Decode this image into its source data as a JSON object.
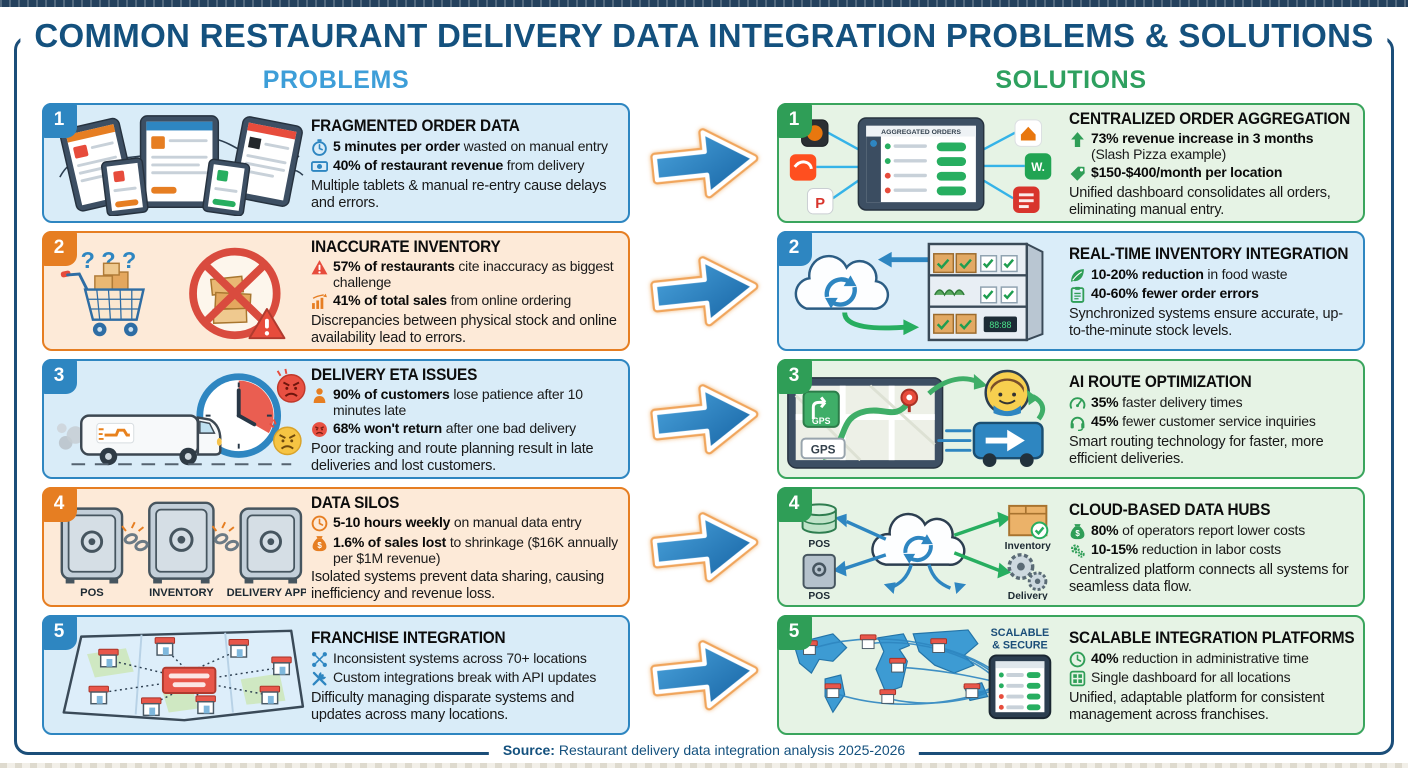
{
  "page": {
    "title": "COMMON RESTAURANT DELIVERY DATA INTEGRATION PROBLEMS & SOLUTIONS",
    "source_label": "Source:",
    "source_text": " Restaurant delivery data integration analysis 2025-2026"
  },
  "columns": {
    "problems": "PROBLEMS",
    "solutions": "SOLUTIONS"
  },
  "colors": {
    "title_blue": "#14517e",
    "problems_header": "#3d9ed8",
    "solutions_header": "#2ea05f",
    "problem_blue": "#2e86c1",
    "problem_orange": "#e67e22",
    "solution_green": "#2f9e57",
    "arrow_blue": "#1663a3",
    "arrow_outline_orange": "#f0a55c"
  },
  "rows": [
    {
      "num": "1",
      "problem": {
        "title": "FRAGMENTED ORDER DATA",
        "stats": [
          {
            "icon": "stopwatch-icon",
            "icon_color": "#2e86c1",
            "bold": "5 minutes per order",
            "rest": " wasted on manual entry"
          },
          {
            "icon": "banknote-icon",
            "icon_color": "#2e86c1",
            "bold": "40% of restaurant revenue",
            "rest": " from delivery"
          }
        ],
        "desc": "Multiple tablets & manual re-entry cause delays and errors."
      },
      "solution": {
        "title": "CENTRALIZED ORDER AGGREGATION",
        "stats": [
          {
            "icon": "up-arrow-icon",
            "icon_color": "#2f9e57",
            "bold": "73% revenue increase in 3 months",
            "rest": " (Slash Pizza example)"
          },
          {
            "icon": "price-tag-icon",
            "icon_color": "#2f9e57",
            "bold": "$150-$400/month per location",
            "rest": ""
          }
        ],
        "desc": "Unified dashboard consolidates all orders, eliminating manual entry.",
        "illus": {
          "tablet_header": "AGGREGATED ORDERS"
        }
      }
    },
    {
      "num": "2",
      "problem": {
        "title": "INACCURATE INVENTORY",
        "stats": [
          {
            "icon": "warning-icon",
            "icon_color": "#e74c3c",
            "bold": "57% of restaurants",
            "rest": " cite inaccuracy as biggest challenge"
          },
          {
            "icon": "chart-up-icon",
            "icon_color": "#e67e22",
            "bold": "41% of total sales",
            "rest": " from online ordering"
          }
        ],
        "desc": "Discrepancies between physical stock and online availability lead to errors.",
        "illus": {
          "questions": "? ? ?"
        }
      },
      "solution": {
        "title": "REAL-TIME INVENTORY INTEGRATION",
        "stats": [
          {
            "icon": "leaf-icon",
            "icon_color": "#2f9e57",
            "bold": "10-20% reduction",
            "rest": " in food waste"
          },
          {
            "icon": "clipboard-icon",
            "icon_color": "#2f9e57",
            "bold": "40-60% fewer order errors",
            "rest": ""
          }
        ],
        "desc": "Synchronized systems ensure accurate, up-to-the-minute stock levels."
      }
    },
    {
      "num": "3",
      "problem": {
        "title": "DELIVERY ETA ISSUES",
        "stats": [
          {
            "icon": "person-icon",
            "icon_color": "#e67e22",
            "bold": "90% of customers",
            "rest": " lose patience after 10 minutes late"
          },
          {
            "icon": "angry-face-icon",
            "icon_color": "#e85042",
            "bold": "68% won't return",
            "rest": " after one bad delivery"
          }
        ],
        "desc": "Poor tracking and route planning result in late deliveries and lost customers."
      },
      "solution": {
        "title": "AI ROUTE OPTIMIZATION",
        "stats": [
          {
            "icon": "speedometer-icon",
            "icon_color": "#2f9e57",
            "bold": "35%",
            "rest": " faster delivery times"
          },
          {
            "icon": "headset-icon",
            "icon_color": "#2f9e57",
            "bold": "45%",
            "rest": " fewer customer service inquiries"
          }
        ],
        "desc": "Smart routing technology for faster, more efficient deliveries.",
        "illus": {
          "gps_badge": "GPS",
          "gps_box": "GPS"
        }
      }
    },
    {
      "num": "4",
      "problem": {
        "title": "DATA SILOS",
        "stats": [
          {
            "icon": "clock-icon",
            "icon_color": "#e67e22",
            "bold": "5-10 hours weekly",
            "rest": " on manual data entry"
          },
          {
            "icon": "money-bag-icon",
            "icon_color": "#e67e22",
            "bold": "1.6% of sales lost",
            "rest": " to shrinkage ($16K annually per $1M revenue)"
          }
        ],
        "desc": "Isolated systems prevent data sharing, causing inefficiency and revenue loss.",
        "illus": {
          "labels": [
            "POS",
            "INVENTORY",
            "DELIVERY APPS"
          ]
        }
      },
      "solution": {
        "title": "CLOUD-BASED DATA HUBS",
        "stats": [
          {
            "icon": "money-bag-icon",
            "icon_color": "#2f9e57",
            "bold": "80%",
            "rest": " of operators report lower costs"
          },
          {
            "icon": "gears-icon",
            "icon_color": "#2f9e57",
            "bold": "10-15%",
            "rest": " reduction in labor costs"
          }
        ],
        "desc": "Centralized platform connects all systems for seamless data flow.",
        "illus": {
          "pos_db": "POS",
          "pos_safe": "POS",
          "inventory": "Inventory",
          "delivery": "Delivery"
        }
      }
    },
    {
      "num": "5",
      "problem": {
        "title": "FRANCHISE INTEGRATION",
        "stats": [
          {
            "icon": "integration-icon",
            "icon_color": "#2e86c1",
            "bold": "",
            "rest": "Inconsistent systems across 70+ locations"
          },
          {
            "icon": "tools-icon",
            "icon_color": "#2e86c1",
            "bold": "",
            "rest": "Custom integrations break with API updates"
          }
        ],
        "desc": "Difficulty managing disparate systems and updates across many locations."
      },
      "solution": {
        "title": "SCALABLE INTEGRATION PLATFORMS",
        "stats": [
          {
            "icon": "clock-icon",
            "icon_color": "#2f9e57",
            "bold": "40%",
            "rest": " reduction in administrative time"
          },
          {
            "icon": "dashboard-icon",
            "icon_color": "#2f9e57",
            "bold": "",
            "rest": "Single dashboard for all locations"
          }
        ],
        "desc": "Unified, adaptable platform for consistent management across franchises.",
        "illus": {
          "label_line1": "SCALABLE",
          "label_line2": "& SECURE"
        }
      }
    }
  ]
}
